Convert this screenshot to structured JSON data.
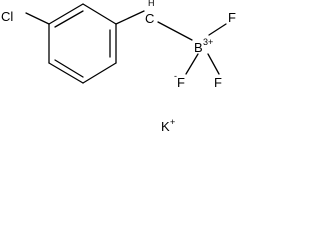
{
  "molecule": {
    "atoms": {
      "chlorine": "Cl",
      "carbon_h": "H",
      "carbon_c": "C",
      "boron": "B",
      "boron_charge": "3+",
      "fluorine_right": "F",
      "fluorine_lower_left": "F",
      "fluorine_lower_right": "F",
      "fluorine_minus": "-"
    },
    "counterion": {
      "symbol": "K",
      "charge": "+"
    }
  },
  "colors": {
    "ink": "#000000",
    "background": "#ffffff"
  }
}
